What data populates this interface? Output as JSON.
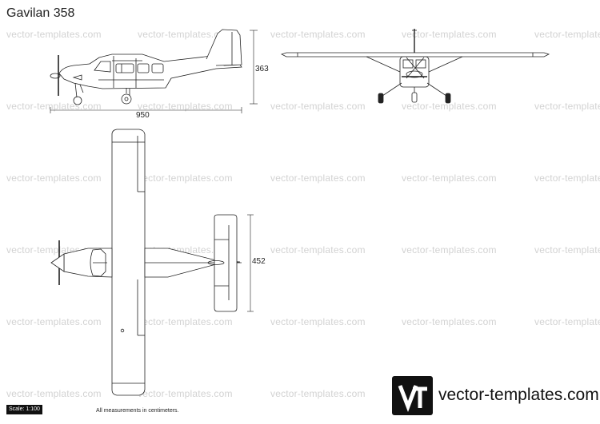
{
  "title": "Gavilan 358",
  "watermark": "vector-templates.com",
  "dimensions": {
    "height": "363",
    "length": "950",
    "span": "452"
  },
  "footer": {
    "scale": "Scale: 1:100",
    "note": "All measurements in centimeters."
  },
  "logo": {
    "monogram": "VT",
    "text": "vector-templates.com"
  }
}
